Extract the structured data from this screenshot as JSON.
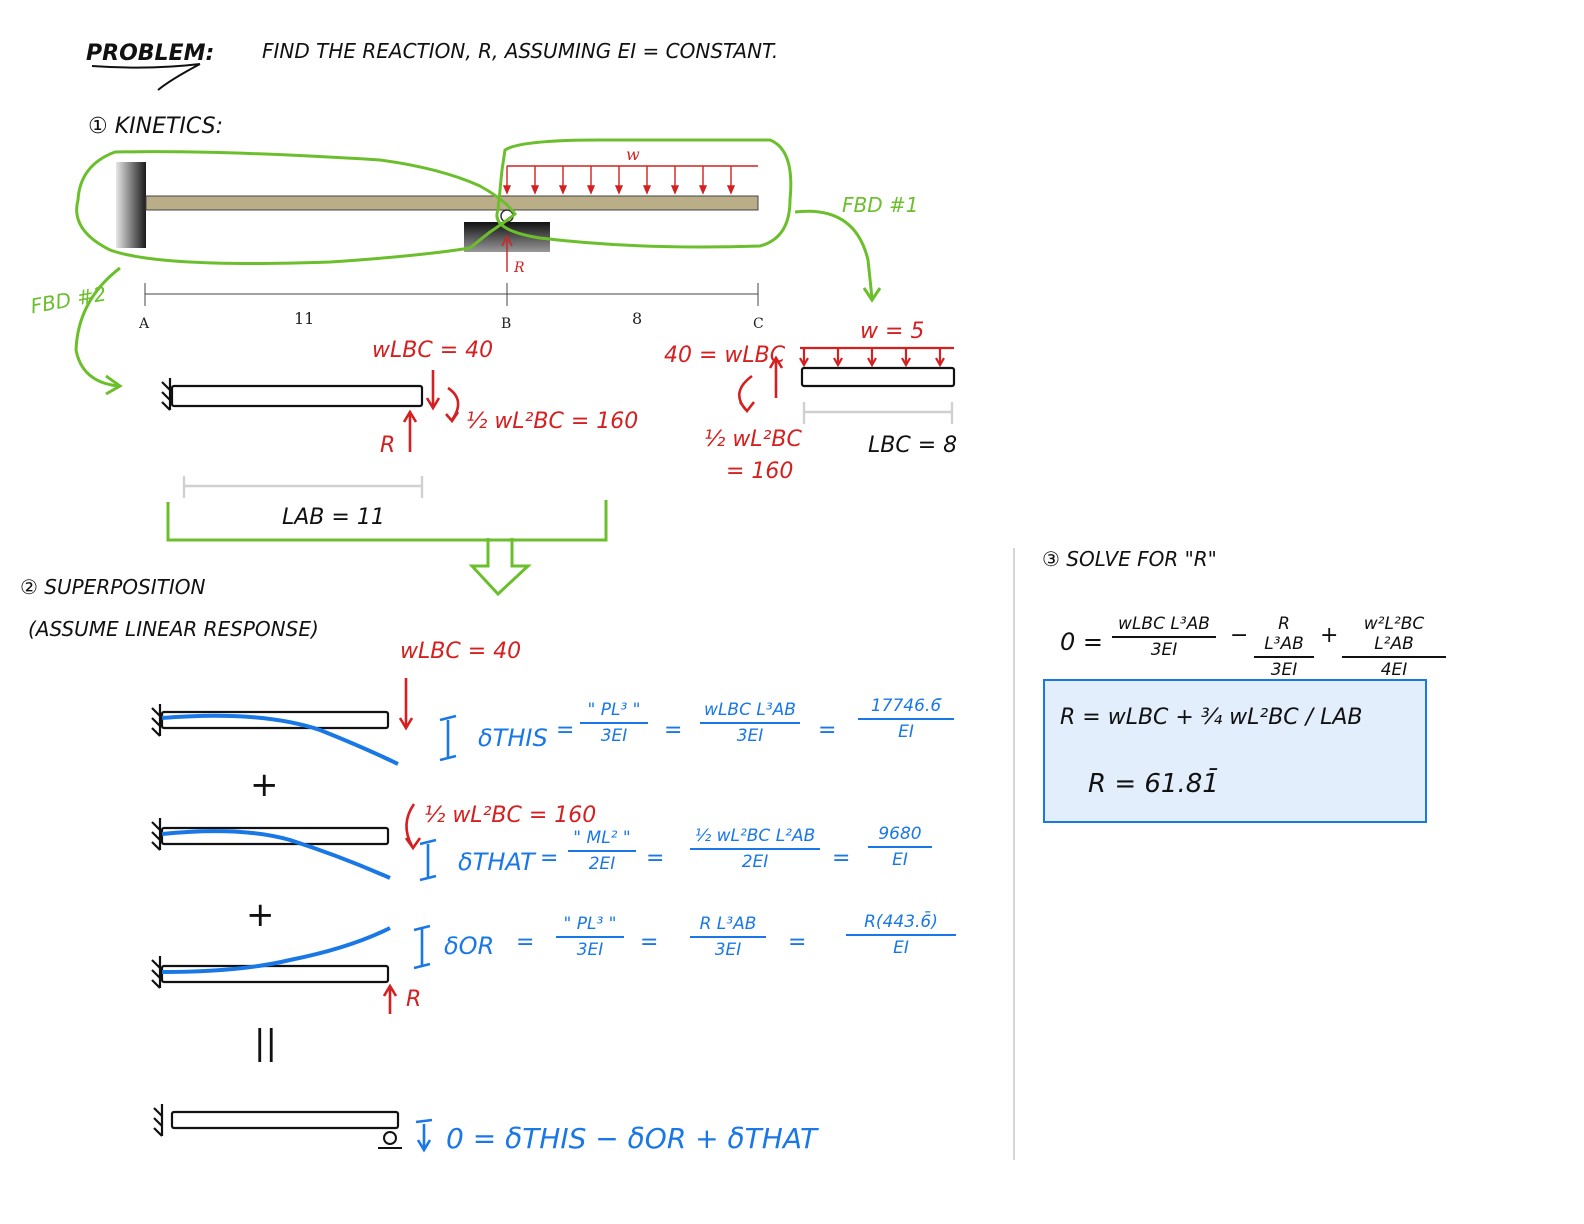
{
  "problem": {
    "heading": "PROBLEM:",
    "statement": "FIND THE REACTION, R, ASSUMING EI = CONSTANT."
  },
  "step1": {
    "heading": "① KINETICS:",
    "load_label": "w",
    "reaction_label": "R",
    "points": [
      "A",
      "B",
      "C"
    ],
    "spans": [
      "11",
      "8"
    ],
    "fbd1_label": "FBD #1",
    "fbd2_label": "FBD #2",
    "fbd2": {
      "force_top": "wLBC = 40",
      "moment": "½ wL²BC = 160",
      "reaction": "R",
      "length": "LAB = 11"
    },
    "fbd1": {
      "load": "w = 5",
      "force": "40 = wLBC",
      "moment_line1": "½ wL²BC",
      "moment_line2": "= 160",
      "length": "LBC = 8"
    }
  },
  "step2": {
    "heading": "② SUPERPOSITION",
    "subheading": "(ASSUME LINEAR RESPONSE)",
    "case1": {
      "load": "wLBC = 40",
      "delta": "δTHIS",
      "formula": "\" PL³ \" / 3EI",
      "formula_num": "\" PL³ \"",
      "formula_den": "3EI",
      "expr_num": "wLBC L³AB",
      "expr_den": "3EI",
      "result_num": "17746.6̄",
      "result_den": "EI"
    },
    "plus1": "+",
    "case2": {
      "load": "½ wL²BC = 160",
      "delta": "δTHAT",
      "formula_num": "\" ML² \"",
      "formula_den": "2EI",
      "expr_num": "½ wL²BC L²AB",
      "expr_den": "2EI",
      "result_num": "9680",
      "result_den": "EI"
    },
    "plus2": "+",
    "case3": {
      "delta": "δOR",
      "reaction": "R",
      "formula_num": "\" PL³ \"",
      "formula_den": "3EI",
      "expr_num": "R L³AB",
      "expr_den": "3EI",
      "result_num": "R(443.6̄)",
      "result_den": "EI"
    },
    "equals": "||",
    "compat": "0 = δTHIS − δOR + δTHAT"
  },
  "step3": {
    "heading": "③ SOLVE FOR \"R\"",
    "eq_zero": "0 =",
    "t1_num": "wLBC L³AB",
    "t1_den": "3EI",
    "minus": "−",
    "t2_num": "R L³AB",
    "t2_den": "3EI",
    "plus": "+",
    "t3_num": "w²L²BC L²AB",
    "t3_den": "4EI",
    "box_line1": "R =  wLBC  +  ¾ wL²BC / LAB",
    "box_line2": "R = 61.81̄"
  }
}
